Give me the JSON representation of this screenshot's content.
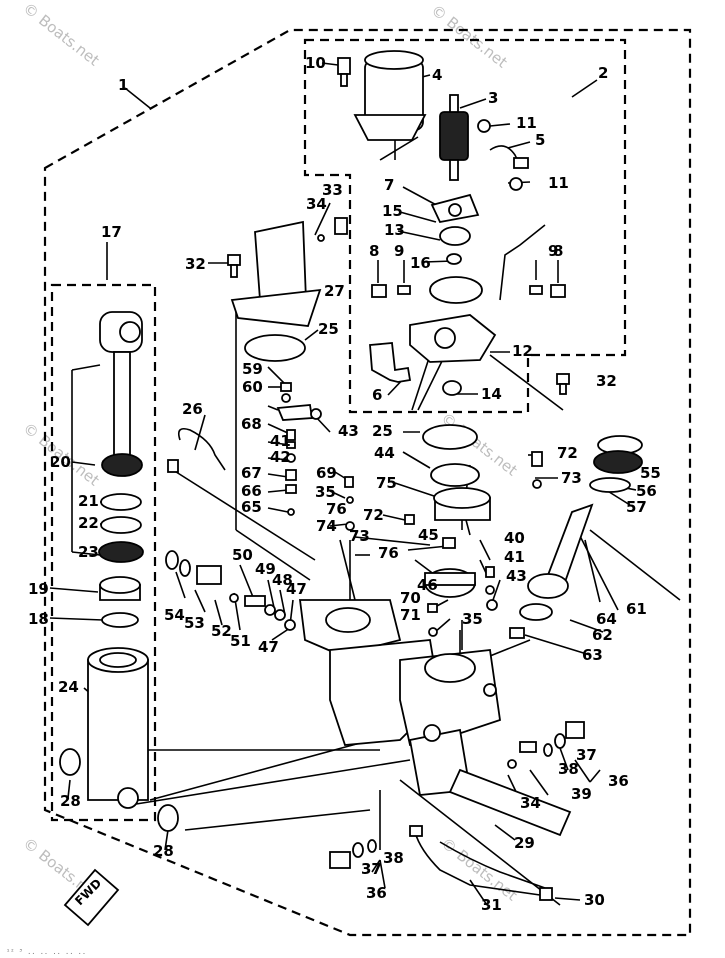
{
  "diagram": {
    "watermark": "© Boats.net",
    "direction_marker": "FWD",
    "footer_text": "¹² ³ .. .. .. .. ..",
    "part_numbers": [
      "1",
      "2",
      "3",
      "4",
      "5",
      "6",
      "7",
      "8",
      "9",
      "10",
      "11",
      "12",
      "13",
      "14",
      "15",
      "16",
      "17",
      "18",
      "19",
      "20",
      "21",
      "22",
      "23",
      "24",
      "25",
      "26",
      "27",
      "28",
      "29",
      "30",
      "31",
      "32",
      "33",
      "34",
      "35",
      "36",
      "37",
      "38",
      "39",
      "40",
      "41",
      "42",
      "43",
      "44",
      "45",
      "46",
      "47",
      "48",
      "49",
      "50",
      "51",
      "52",
      "53",
      "54",
      "55",
      "56",
      "57",
      "59",
      "60",
      "61",
      "62",
      "63",
      "64",
      "65",
      "66",
      "67",
      "68",
      "69",
      "70",
      "71",
      "72",
      "73",
      "74",
      "75",
      "76"
    ]
  }
}
